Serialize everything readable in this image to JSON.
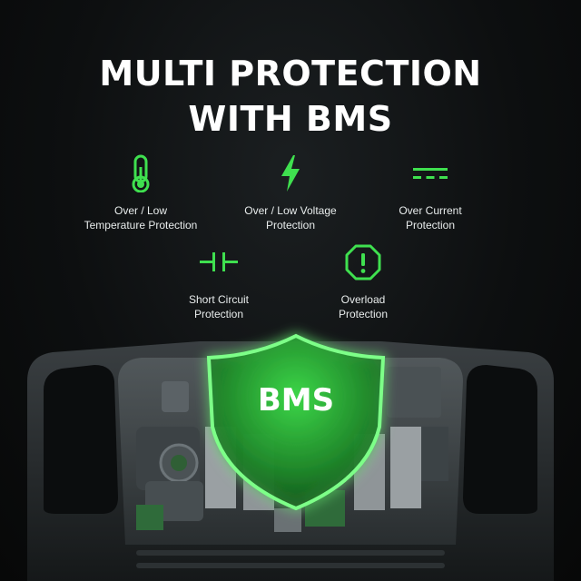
{
  "headline": {
    "line1": "MULTI PROTECTION",
    "line2": "WITH BMS"
  },
  "features": {
    "temperature": {
      "icon": "thermometer-icon",
      "line1": "Over / Low",
      "line2": "Temperature Protection"
    },
    "voltage": {
      "icon": "lightning-bolt-icon",
      "line1": "Over / Low Voltage",
      "line2": "Protection"
    },
    "current": {
      "icon": "dc-current-icon",
      "line1": "Over Current",
      "line2": "Protection"
    },
    "short_circuit": {
      "icon": "capacitor-icon",
      "line1": "Short Circuit",
      "line2": "Protection"
    },
    "overload": {
      "icon": "warning-octagon-icon",
      "line1": "Overload",
      "line2": "Protection"
    }
  },
  "shield": {
    "label": "BMS"
  },
  "colors": {
    "accent_green": "#3fe04f",
    "shield_glow": "#5dff6a",
    "background": "#0d0f10",
    "device_body": "#2a2e30"
  }
}
